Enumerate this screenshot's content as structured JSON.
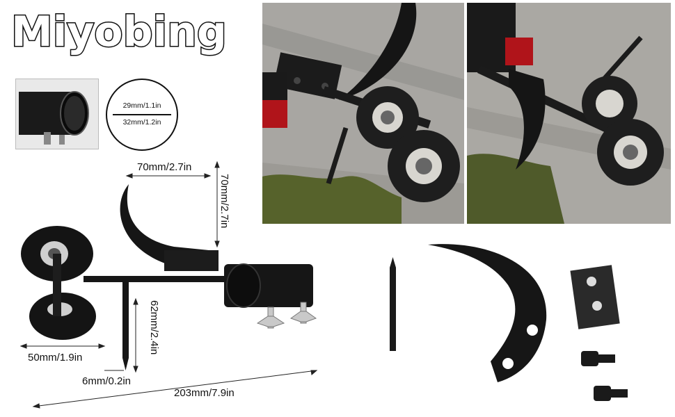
{
  "brand": {
    "name": "Miyobing"
  },
  "tube_spec": {
    "inner": "29mm/1.1in",
    "outer": "32mm/1.2in"
  },
  "dimensions": {
    "blade_width": "70mm/2.7in",
    "blade_height": "70mm/2.7in",
    "spike_length": "62mm/2.4in",
    "wheel_offset": "50mm/1.9in",
    "spike_diameter": "6mm/0.2in",
    "total_length": "203mm/7.9in"
  },
  "colors": {
    "metal": "#161616",
    "pavement": "#a9a8a4",
    "moss": "#4f5a2a"
  }
}
